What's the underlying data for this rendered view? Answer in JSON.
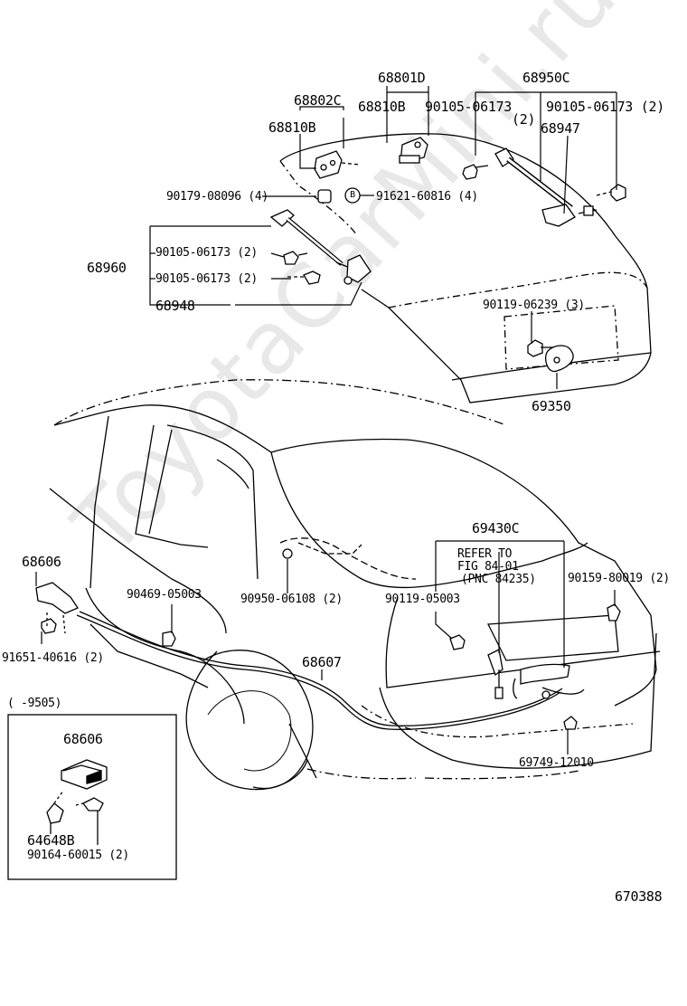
{
  "watermark": "ToyotaCarMini.ru",
  "figure_id": "670388",
  "callouts": {
    "p68801D": "68801D",
    "p68950C": "68950C",
    "p68802C": "68802C",
    "p68810B_a": "68810B",
    "p68810B_b": "68810B",
    "p90105_a": "90105-06173",
    "p90105_a_qty": "(2)",
    "p90105_b": "90105-06173 (2)",
    "p68947": "68947",
    "p90179": "90179-08096 (4)",
    "p91621": "91621-60816 (4)",
    "b_marker": "B",
    "p90105_c": "90105-06173 (2)",
    "p68960": "68960",
    "p90105_d": "90105-06173 (2)",
    "p68948": "68948",
    "p90119_a": "90119-06239 (3)",
    "p69350": "69350",
    "p69430C": "69430C",
    "refer_1": "REFER TO",
    "refer_2": "FIG 84-01",
    "refer_3": "(PNC 84235)",
    "p68606_a": "68606",
    "p90469": "90469-05003",
    "p90950": "90950-06108 (2)",
    "p90119_b": "90119-05003",
    "p90159": "90159-80019 (2)",
    "p91651": "91651-40616 (2)",
    "p68607": "68607",
    "inset_range": "(     -9505)",
    "p68606_b": "68606",
    "p69749": "69749-12010",
    "p64648B": "64648B",
    "p90164": "90164-60015 (2)"
  }
}
